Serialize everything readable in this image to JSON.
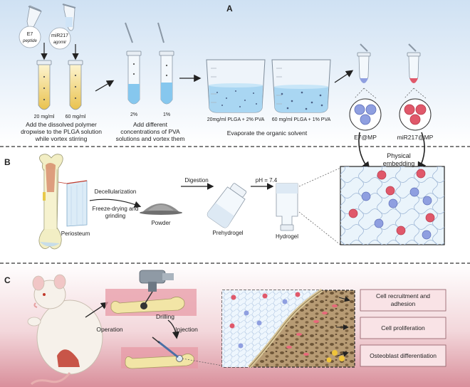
{
  "panels": {
    "a": "A",
    "b": "B",
    "c": "C"
  },
  "section_a": {
    "e7_top": "E7",
    "e7_bottom": "peptide",
    "mir_top": "miR217",
    "mir_bottom": "agomir",
    "conc_20": "20 mg/ml",
    "conc_60": "60 mg/ml",
    "step1_line1": "Add the dissolved polymer",
    "step1_line2": "dropwise to the PLGA solution",
    "step1_line3": "while vortex stirring",
    "pva_2": "2%",
    "pva_1": "1%",
    "step2_line1": "Add different",
    "step2_line2": "concentrations of PVA",
    "step2_line3": "solutions and vortex them",
    "beaker1": "20mg/ml PLGA + 2% PVA",
    "beaker2": "60 mg/ml PLGA + 1% PVA",
    "step3": "Evaporate the organic solvent",
    "e7mp": "E7@MP",
    "mirmp": "miR217@MP"
  },
  "section_b": {
    "physical_line1": "Physical",
    "physical_line2": "embedding",
    "decell": "Decellularization",
    "freeze_line1": "Freeze-drying and",
    "freeze_line2": "grinding",
    "digestion": "Digestion",
    "ph": "pH = 7.4",
    "periosteum": "Periosteum",
    "powder": "Powder",
    "prehydrogel": "Prehydrogel",
    "hydrogel": "Hydrogel"
  },
  "section_c": {
    "operation": "Operation",
    "drilling": "Drilling",
    "injection": "Injection",
    "effect1_line1": "Cell recruitment and",
    "effect1_line2": "adhesion",
    "effect2": "Cell proliferation",
    "effect3": "Osteoblast differentiation"
  },
  "colors": {
    "section_a_bg": "#dbe9f6",
    "section_c_bg": "#e8b5bd",
    "blue_particle": "#8f9fe0",
    "red_particle": "#e0586a",
    "arrow": "#222222"
  }
}
